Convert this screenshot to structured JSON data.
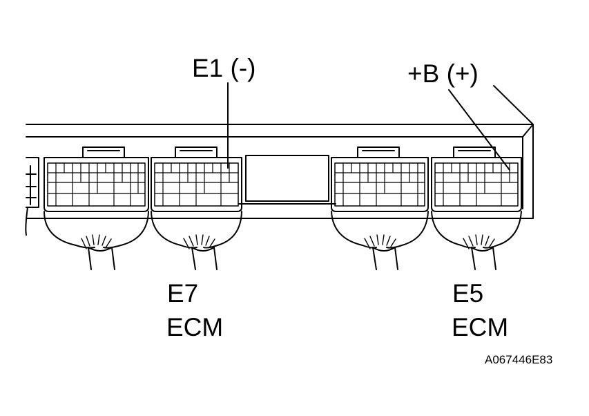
{
  "labels": {
    "e1": "E1 (-)",
    "b_plus": "+B (+)",
    "e7": "E7",
    "e7_ecm": "ECM",
    "e5": "E5",
    "e5_ecm": "ECM",
    "figure_id": "A067446E83"
  }
}
